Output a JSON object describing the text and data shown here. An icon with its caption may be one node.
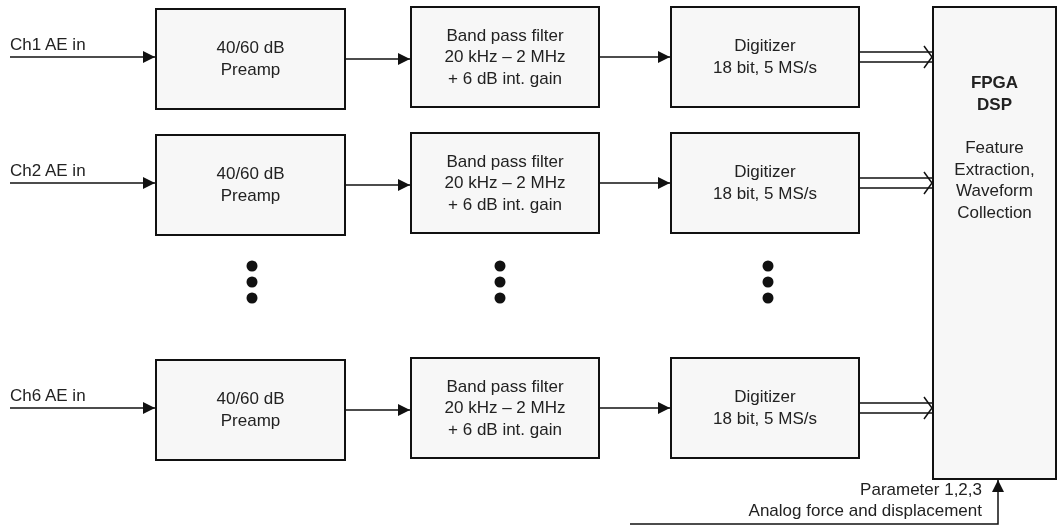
{
  "diagram": {
    "nodes": [
      {
        "text": [
          "Ch1 AE in"
        ]
      },
      {
        "text": [
          "40/60 dB Preamp"
        ]
      },
      {
        "text": [
          "Band pass filter",
          "20 kHz – 2 MHz",
          "+ 6 dB int. gain"
        ]
      },
      {
        "text": [
          "Digitizer",
          "18 bit, 5 MS/s"
        ]
      },
      {
        "text": [
          "Ch2 AE in"
        ]
      },
      {
        "text": [
          "40/60 dB Preamp"
        ]
      },
      {
        "text": [
          "Band pass filter",
          "20 kHz – 2 MHz",
          "+ 6 dB int. gain"
        ]
      },
      {
        "text": [
          "Digitizer",
          "18 bit, 5 MS/s"
        ]
      },
      {
        "text": [
          "Ch6 AE in"
        ]
      },
      {
        "text": [
          "40/60 dB Preamp"
        ]
      },
      {
        "text": [
          "Band pass filter",
          "20 kHz – 2 MHz",
          "+ 6 dB int. gain"
        ]
      },
      {
        "text": [
          "Digitizer",
          "18 bit, 5 MS/s"
        ]
      },
      {
        "text": [
          "FPGA DSP",
          "Feature Extraction, Waveform Collection"
        ]
      },
      {
        "text": [
          "Parameter 1,2,3",
          "Analog force and displacement"
        ]
      }
    ],
    "edges": [
      {
        "from": 0,
        "to": 1,
        "arrow": "to"
      },
      {
        "from": 1,
        "to": 2,
        "arrow": "to"
      },
      {
        "from": 2,
        "to": 3,
        "arrow": "to"
      },
      {
        "from": 3,
        "to": 12,
        "arrow": "to"
      },
      {
        "from": 4,
        "to": 5,
        "arrow": "to"
      },
      {
        "from": 5,
        "to": 6,
        "arrow": "to"
      },
      {
        "from": 6,
        "to": 7,
        "arrow": "to"
      },
      {
        "from": 7,
        "to": 12,
        "arrow": "to"
      },
      {
        "from": 8,
        "to": 9,
        "arrow": "to"
      },
      {
        "from": 9,
        "to": 10,
        "arrow": "to"
      },
      {
        "from": 10,
        "to": 11,
        "arrow": "to"
      },
      {
        "from": 11,
        "to": 12,
        "arrow": "to"
      },
      {
        "from": 13,
        "to": 12,
        "arrow": "to"
      }
    ]
  }
}
